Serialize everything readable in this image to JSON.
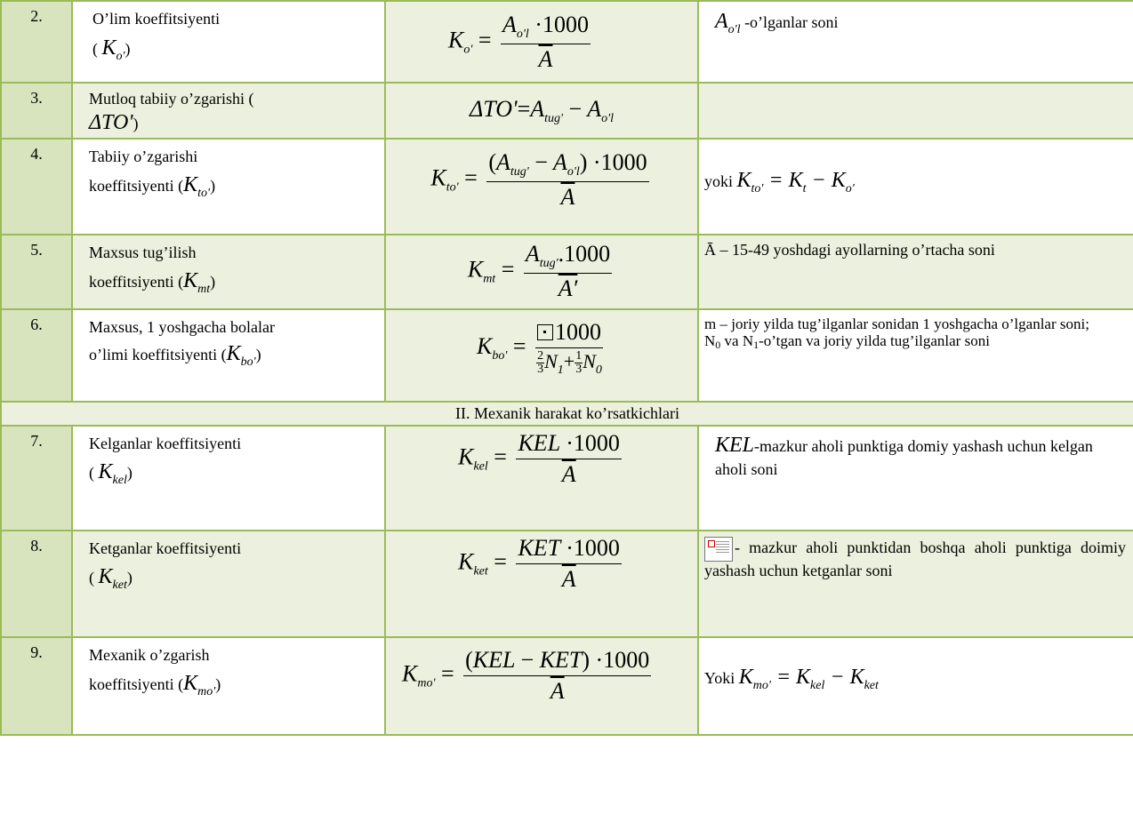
{
  "rows": [
    {
      "num": "2.",
      "name_line1": "O’lim koeffitsiyenti",
      "name_line2": "(",
      "name_line2_end": ")",
      "note_sym": "A",
      "note_sub": "o'l",
      "note_text": "-o’lganlar soni"
    },
    {
      "num": "3.",
      "name_line1": "Mutloq tabiiy o’zgarishi (",
      "name_line2": "ΔTO'",
      "name_line2_end": ")"
    },
    {
      "num": "4.",
      "name_line1": "Tabiiy o’zgarishi",
      "name_line2": "koeffitsiyenti (",
      "name_line2_end": ")",
      "note_pre": "yoki"
    },
    {
      "num": "5.",
      "name_line1": "Maxsus tug’ilish",
      "name_line2": "koeffitsiyenti (",
      "name_line2_end": ")",
      "note_text": "Ā – 15-49 yoshdagi ayollarning o’rtacha soni"
    },
    {
      "num": "6.",
      "name_line1": "Maxsus, 1 yoshgacha bolalar",
      "name_line2": "o’limi koeffitsiyenti (",
      "name_line2_end": ")",
      "note_p1": "m – joriy yilda tug’ilganlar sonidan 1 yoshgacha o’lganlar soni;",
      "note_p2_a": "N",
      "note_p2_b": "0",
      "note_p2_c": " va N",
      "note_p2_d": "1",
      "note_p2_e": "-o’tgan va joriy yilda tug’ilganlar soni"
    },
    {
      "num": "7.",
      "name_line1": "Kelganlar koeffitsiyenti",
      "name_line2": "(",
      "name_line2_end": ")",
      "note_sym": "KEL",
      "note_text": "-mazkur aholi punktiga domiy yashash uchun kelgan aholi soni"
    },
    {
      "num": "8.",
      "name_line1": "Ketganlar koeffitsiyenti",
      "name_line2": "(",
      "name_line2_end": ")",
      "note_text": "- mazkur aholi punktidan boshqa aholi punktiga doimiy yashash uchun ketganlar soni"
    },
    {
      "num": "9.",
      "name_line1": "Mexanik o’zgarish",
      "name_line2": "koeffitsiyenti (",
      "name_line2_end": ")",
      "note_pre": "Yoki"
    }
  ],
  "section_title": "II. Mexanik  harakat  ko’rsatkichlari",
  "math": {
    "K": "K",
    "A": "A",
    "eq": "=",
    "dot": "·",
    "minus": "−",
    "thousand": "1000",
    "thousand_dot": ".1000",
    "thousand_cut": "1000",
    "plus": "+",
    "lp": "(",
    "rp": ")",
    "sub_o": "o'",
    "sub_ol": "o'l",
    "sub_tug": "tug'",
    "sub_to": "to'",
    "sub_t": "t",
    "sub_mt": "mt",
    "sub_bo": "bo'",
    "sub_kel": "kel",
    "sub_ket": "ket",
    "sub_mo": "mo'",
    "delta_to": "ΔTO'",
    "A_prime": "A′",
    "KEL": "KEL",
    "KET": "KET",
    "N": "N",
    "n0": "0",
    "n1": "1",
    "two": "2",
    "three": "3",
    "one": "1"
  }
}
